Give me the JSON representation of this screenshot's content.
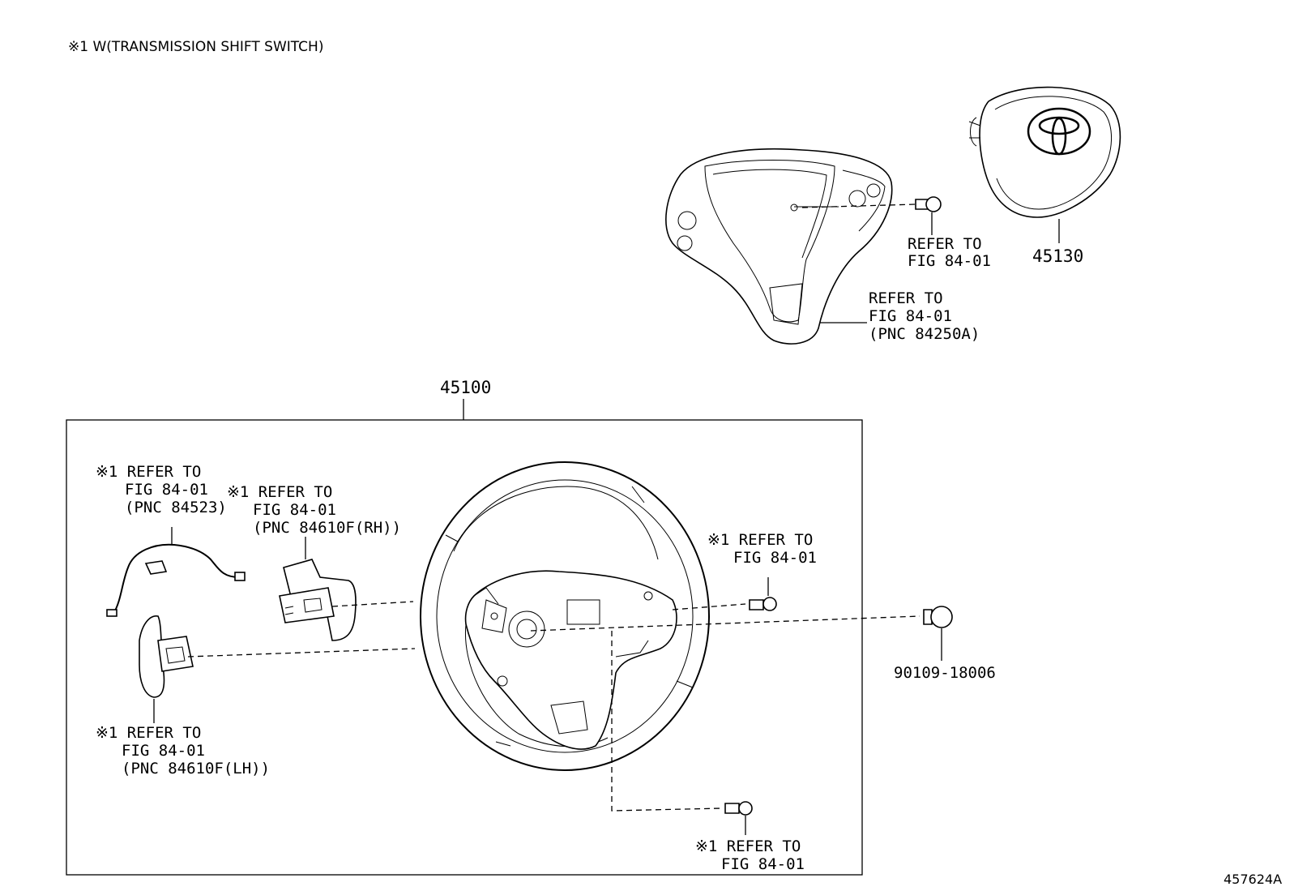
{
  "header_note": "※1 W(TRANSMISSION SHIFT SWITCH)",
  "figure_id": "457624A",
  "parts": {
    "p45130": "45130",
    "p45100": "45100",
    "p90109": "90109-18006"
  },
  "callouts": {
    "top_bolt": [
      "REFER TO",
      "FIG 84-01"
    ],
    "top_pad": [
      "REFER TO",
      "FIG 84-01",
      "(PNC 84250A)"
    ],
    "harness": [
      "※1 REFER TO",
      "FIG 84-01",
      "(PNC 84523)"
    ],
    "rh_paddle": [
      "※1 REFER TO",
      "FIG 84-01",
      "(PNC 84610F(RH))"
    ],
    "lh_paddle": [
      "※1 REFER TO",
      "FIG 84-01",
      "(PNC 84610F(LH))"
    ],
    "right_screw": [
      "※1 REFER TO",
      "FIG 84-01"
    ],
    "bottom_screw": [
      "※1 REFER TO",
      "FIG 84-01"
    ]
  }
}
